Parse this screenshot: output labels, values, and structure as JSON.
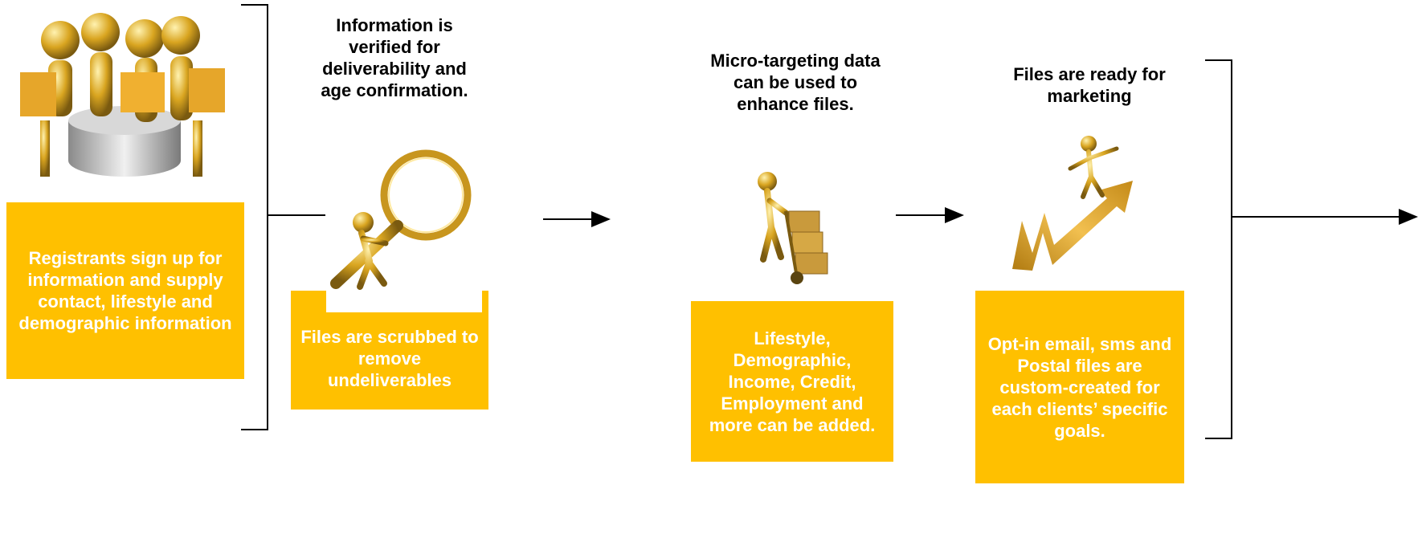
{
  "colors": {
    "box_fill": "#FFC000",
    "box_text": "#FFFFFF",
    "heading_text": "#000000",
    "gold": "#D4A017",
    "line": "#000000"
  },
  "steps": [
    {
      "illustration": "gold-figures-with-laptops-icon",
      "box_text": "Registrants sign up for information and supply contact, lifestyle and demographic information"
    },
    {
      "heading": "Information is verified for deliverability and age confirmation.",
      "illustration": "gold-figure-with-magnifying-glass-icon",
      "box_text": "Files are scrubbed to remove undeliverables"
    },
    {
      "heading": "Micro-targeting data can be used to enhance files.",
      "illustration": "gold-figure-with-hand-truck-icon",
      "box_text": "Lifestyle, Demographic, Income, Credit, Employment and more can be added."
    },
    {
      "heading": "Files are ready for marketing",
      "illustration": "gold-figure-on-rising-arrow-icon",
      "box_text": "Opt-in email, sms and Postal files are custom-created for each clients’ specific goals."
    }
  ]
}
